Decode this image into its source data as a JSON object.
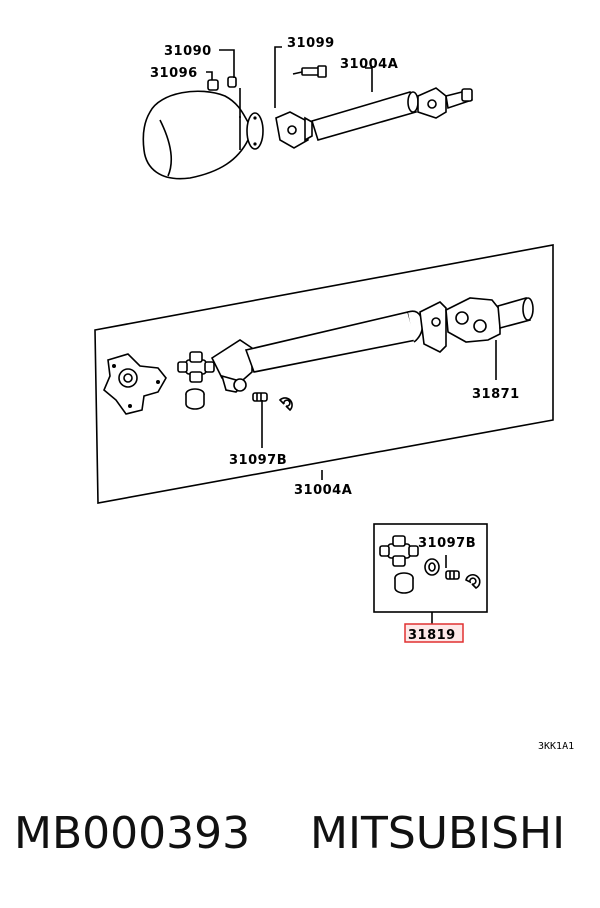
{
  "diagram": {
    "top_labels": {
      "p31090": "31090",
      "p31096": "31096",
      "p31099": "31099",
      "p31004A_top": "31004A"
    },
    "main_labels": {
      "p31871": "31871",
      "p31097B": "31097B",
      "p31004A": "31004A"
    },
    "kit_labels": {
      "p31097B_kit": "31097B",
      "p31819": "31819"
    },
    "highlight_color": "#e03030",
    "figure_code": "3KK1A1"
  },
  "footer": {
    "part_number": "MB000393",
    "brand": "MITSUBISHI"
  }
}
